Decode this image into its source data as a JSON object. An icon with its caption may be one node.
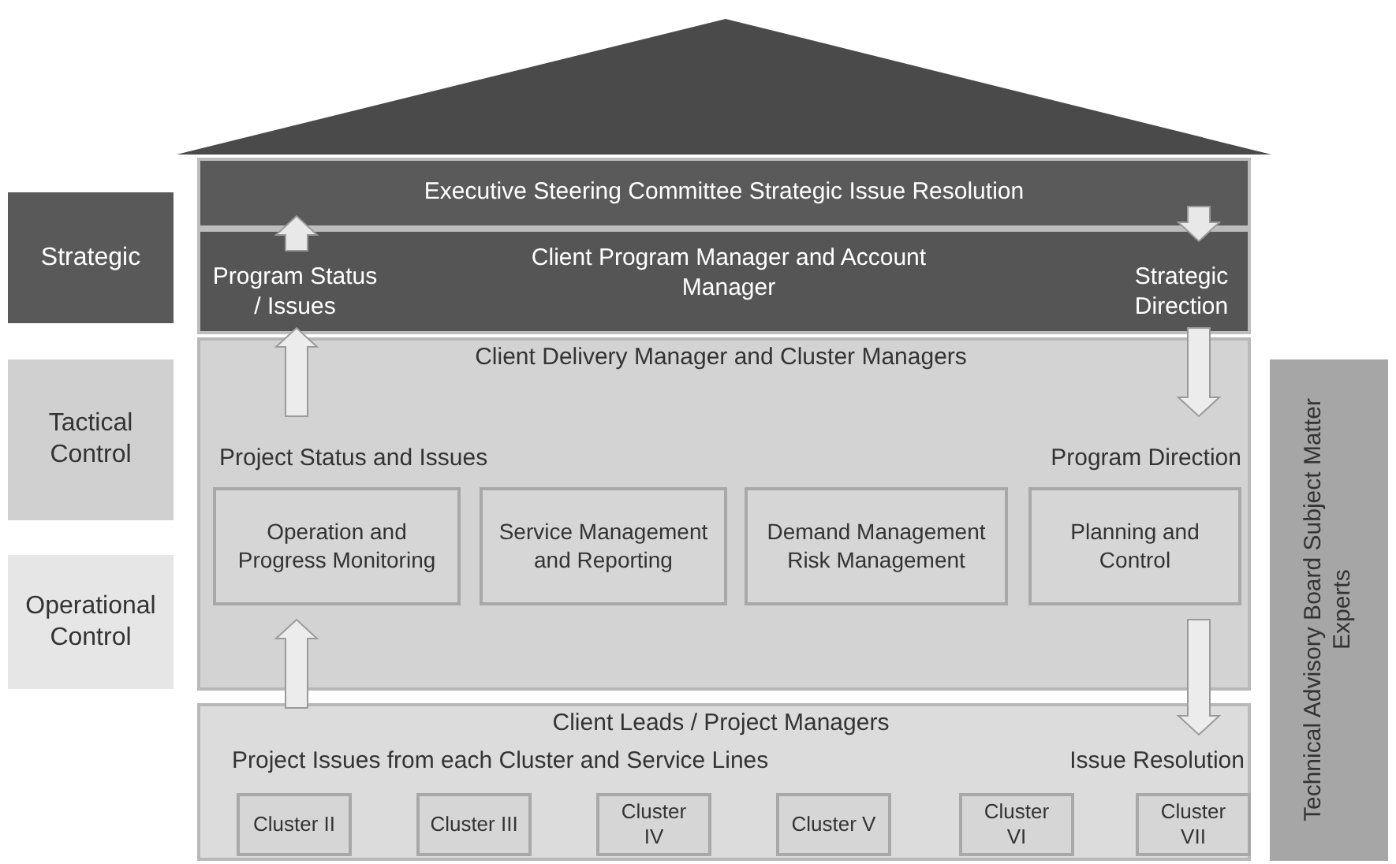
{
  "diagram": {
    "nodes": [
      {
        "text": [
          "Strategic"
        ]
      },
      {
        "text": [
          "Tactical Control"
        ]
      },
      {
        "text": [
          "Operational Control"
        ]
      },
      {
        "text": [
          "Executive Steering Committee Strategic Issue Resolution"
        ]
      },
      {
        "text": [
          "Program Status / Issues",
          "Client Program Manager and Account Manager",
          "Strategic Direction"
        ]
      },
      {
        "text": [
          "Client Delivery Manager and Cluster Managers",
          "Project Status and Issues",
          "Program Direction"
        ]
      },
      {
        "text": [
          "Operation and Progress Monitoring"
        ],
        "in": 5
      },
      {
        "text": [
          "Service Management and Reporting"
        ],
        "in": 5
      },
      {
        "text": [
          "Demand Management Risk Management"
        ],
        "in": 5
      },
      {
        "text": [
          "Planning and Control"
        ],
        "in": 5
      },
      {
        "text": [
          "Client Leads / Project Managers",
          "Project Issues from each Cluster and Service Lines",
          "Issue Resolution"
        ]
      },
      {
        "text": [
          "Cluster II"
        ],
        "in": 10
      },
      {
        "text": [
          "Cluster III"
        ],
        "in": 10
      },
      {
        "text": [
          "Cluster IV"
        ],
        "in": 10
      },
      {
        "text": [
          "Cluster V"
        ],
        "in": 10
      },
      {
        "text": [
          "Cluster VI"
        ],
        "in": 10
      },
      {
        "text": [
          "Cluster VII"
        ],
        "in": 10
      },
      {
        "text": [
          "Technical Advisory Board Subject Matter Experts"
        ]
      }
    ],
    "edges": [
      {
        "from": 4,
        "to": 3,
        "arrow": "to"
      },
      {
        "from": 3,
        "to": 4,
        "arrow": "to"
      },
      {
        "from": 5,
        "to": 4,
        "arrow": "to"
      },
      {
        "from": 4,
        "to": 5,
        "arrow": "to"
      },
      {
        "from": 10,
        "to": 5,
        "arrow": "to"
      },
      {
        "from": 5,
        "to": 10,
        "arrow": "to"
      }
    ]
  }
}
